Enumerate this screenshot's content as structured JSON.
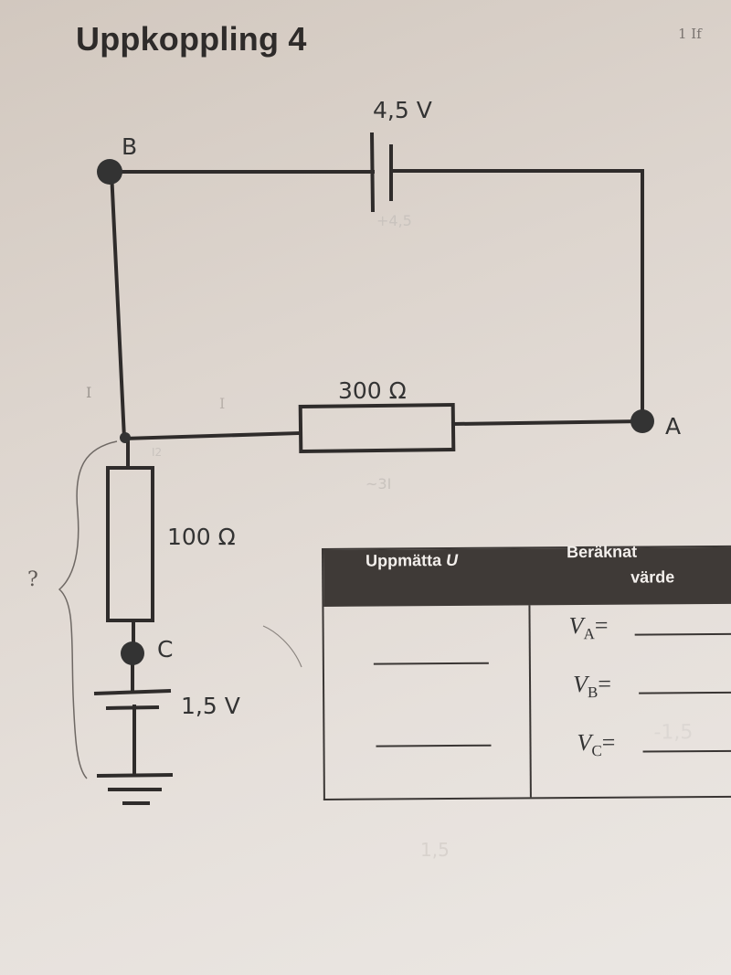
{
  "page": {
    "title": "Uppkoppling 4",
    "corner_scribble": "1 If"
  },
  "circuit": {
    "battery_top": {
      "label": "4,5 V",
      "note": "+4,5"
    },
    "resistor_horizontal": {
      "label": "300 Ω",
      "note": "~3I"
    },
    "resistor_vertical": {
      "label": "100 Ω"
    },
    "battery_bottom": {
      "label": "1,5 V"
    },
    "nodes": [
      {
        "name": "B"
      },
      {
        "name": "A"
      },
      {
        "name": "C"
      }
    ],
    "annotations": {
      "current_main": "I",
      "current_left": "I",
      "current_branch": "I2",
      "brace_question": "?"
    }
  },
  "table": {
    "headers": {
      "measured_prefix": "Uppmätta ",
      "measured_var": "U",
      "calculated_line1": "Beräknat",
      "calculated_line2": "värde"
    },
    "rows": [
      {
        "var": "V",
        "sub": "A",
        "eq": "="
      },
      {
        "var": "V",
        "sub": "B",
        "eq": "="
      },
      {
        "var": "V",
        "sub": "C",
        "eq": "=",
        "faint_answer": "-1,5"
      }
    ],
    "faint_note": "1,5"
  },
  "colors": {
    "ink": "#333333",
    "header_bg": "#3f3a37",
    "paper": "#e2dbd5"
  }
}
